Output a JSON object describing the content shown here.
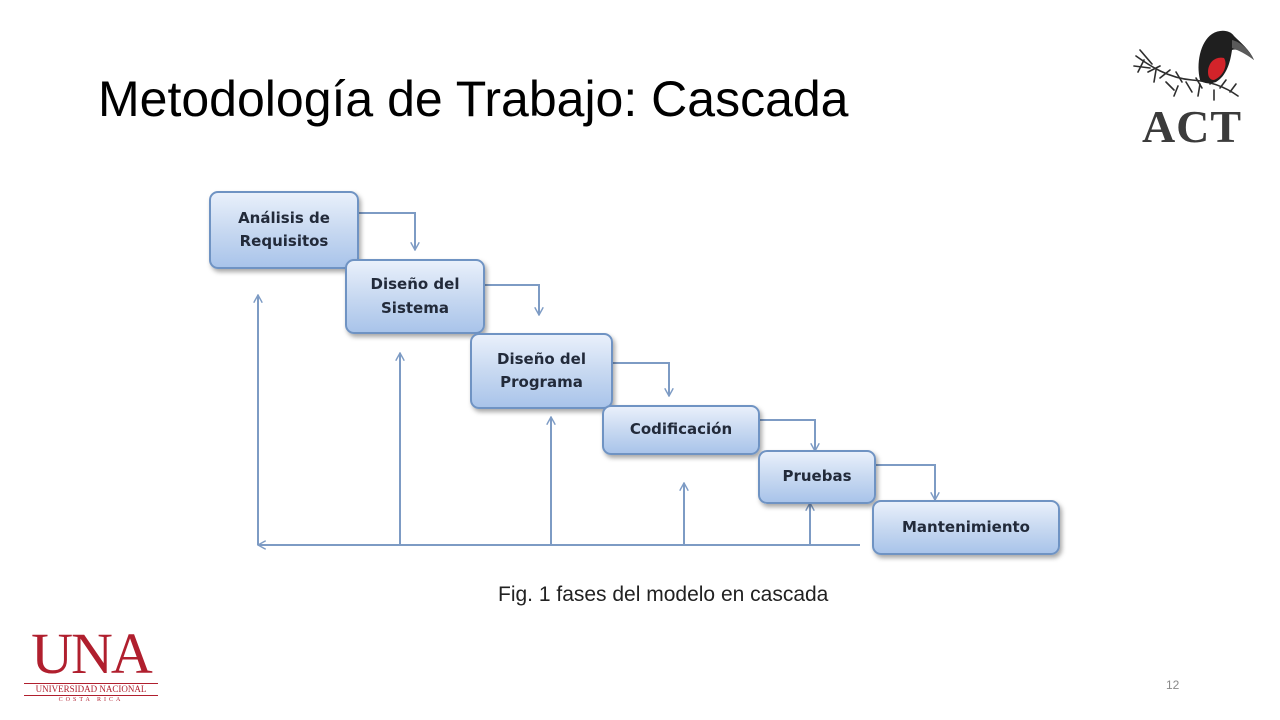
{
  "slide": {
    "title": "Metodología de Trabajo: Cascada",
    "caption": "Fig. 1 fases del modelo en cascada",
    "page_number": "12"
  },
  "diagram": {
    "phases": [
      "Análisis de\nRequisitos",
      "Diseño del\nSistema",
      "Diseño del\nPrograma",
      "Codificación",
      "Pruebas",
      "Mantenimiento"
    ],
    "box_color": "#c8d9f1",
    "arrow_color": "#7d9bc4"
  },
  "logos": {
    "act": {
      "text": "ACT",
      "icon": "bird-on-branch-icon"
    },
    "una": {
      "text": "UNA",
      "subtitle": "UNIVERSIDAD NACIONAL",
      "sub2": "COSTA RICA",
      "color": "#b01f2e"
    }
  }
}
